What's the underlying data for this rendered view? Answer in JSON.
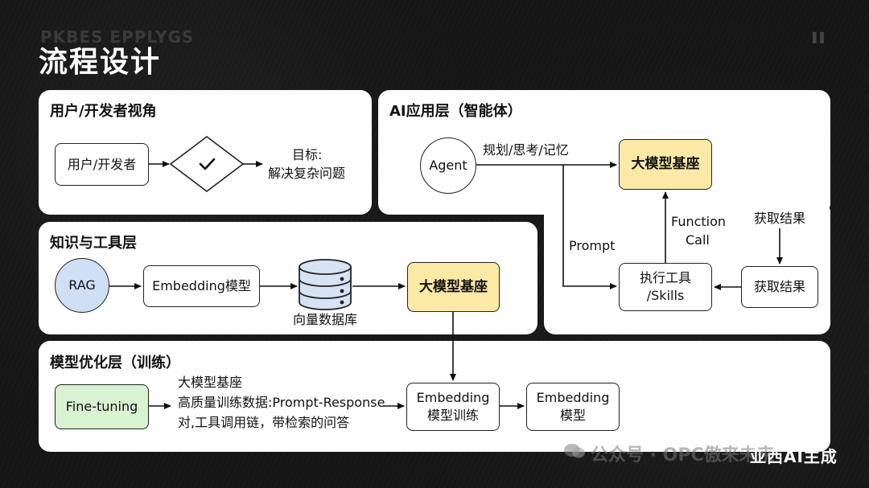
{
  "page": {
    "ghost_text": "PKBES EPPLYGS",
    "corner_mark": "▌▌",
    "title": "流程设计"
  },
  "panels": {
    "user": {
      "title": "用户/开发者视角",
      "node_user": "用户/开发者",
      "goal_line1": "目标:",
      "goal_line2": "解决复杂问题"
    },
    "ai": {
      "title": "AI应用层（智能体）",
      "agent": "Agent",
      "plan_label": "规划/思考/记忆",
      "base_model": "大模型基座",
      "function_call_line1": "Function",
      "function_call_line2": "Call",
      "get_result_label": "获取结果",
      "prompt_label": "Prompt",
      "exec_tool_line1": "执行工具",
      "exec_tool_line2": "/Skills",
      "get_result_node": "获取结果"
    },
    "knowledge": {
      "title": "知识与工具层",
      "rag": "RAG",
      "embedding_model": "Embedding模型",
      "vector_db_label": "向量数据库",
      "base_model": "大模型基座"
    },
    "optimize": {
      "title": "模型优化层（训练）",
      "fine_tuning": "Fine-tuning",
      "desc_line1": "大模型基座",
      "desc_line2": "高质量训练数据:Prompt-Response",
      "desc_line3": "对,工具调用链，带检索的问答",
      "emb_train_line1": "Embedding",
      "emb_train_line2": "模型训练",
      "emb_model_line1": "Embedding",
      "emb_model_line2": "模型"
    }
  },
  "watermark": {
    "text": "公众号 · OPC傲来未来",
    "brand": "亚西AI主成"
  },
  "colors": {
    "background": "#151515",
    "panel": "#ffffff",
    "yellow_node": "#fde9a6",
    "green_node": "#d8f2d2",
    "blue_node": "#cfe0f5",
    "database": "#d5e3f5"
  }
}
